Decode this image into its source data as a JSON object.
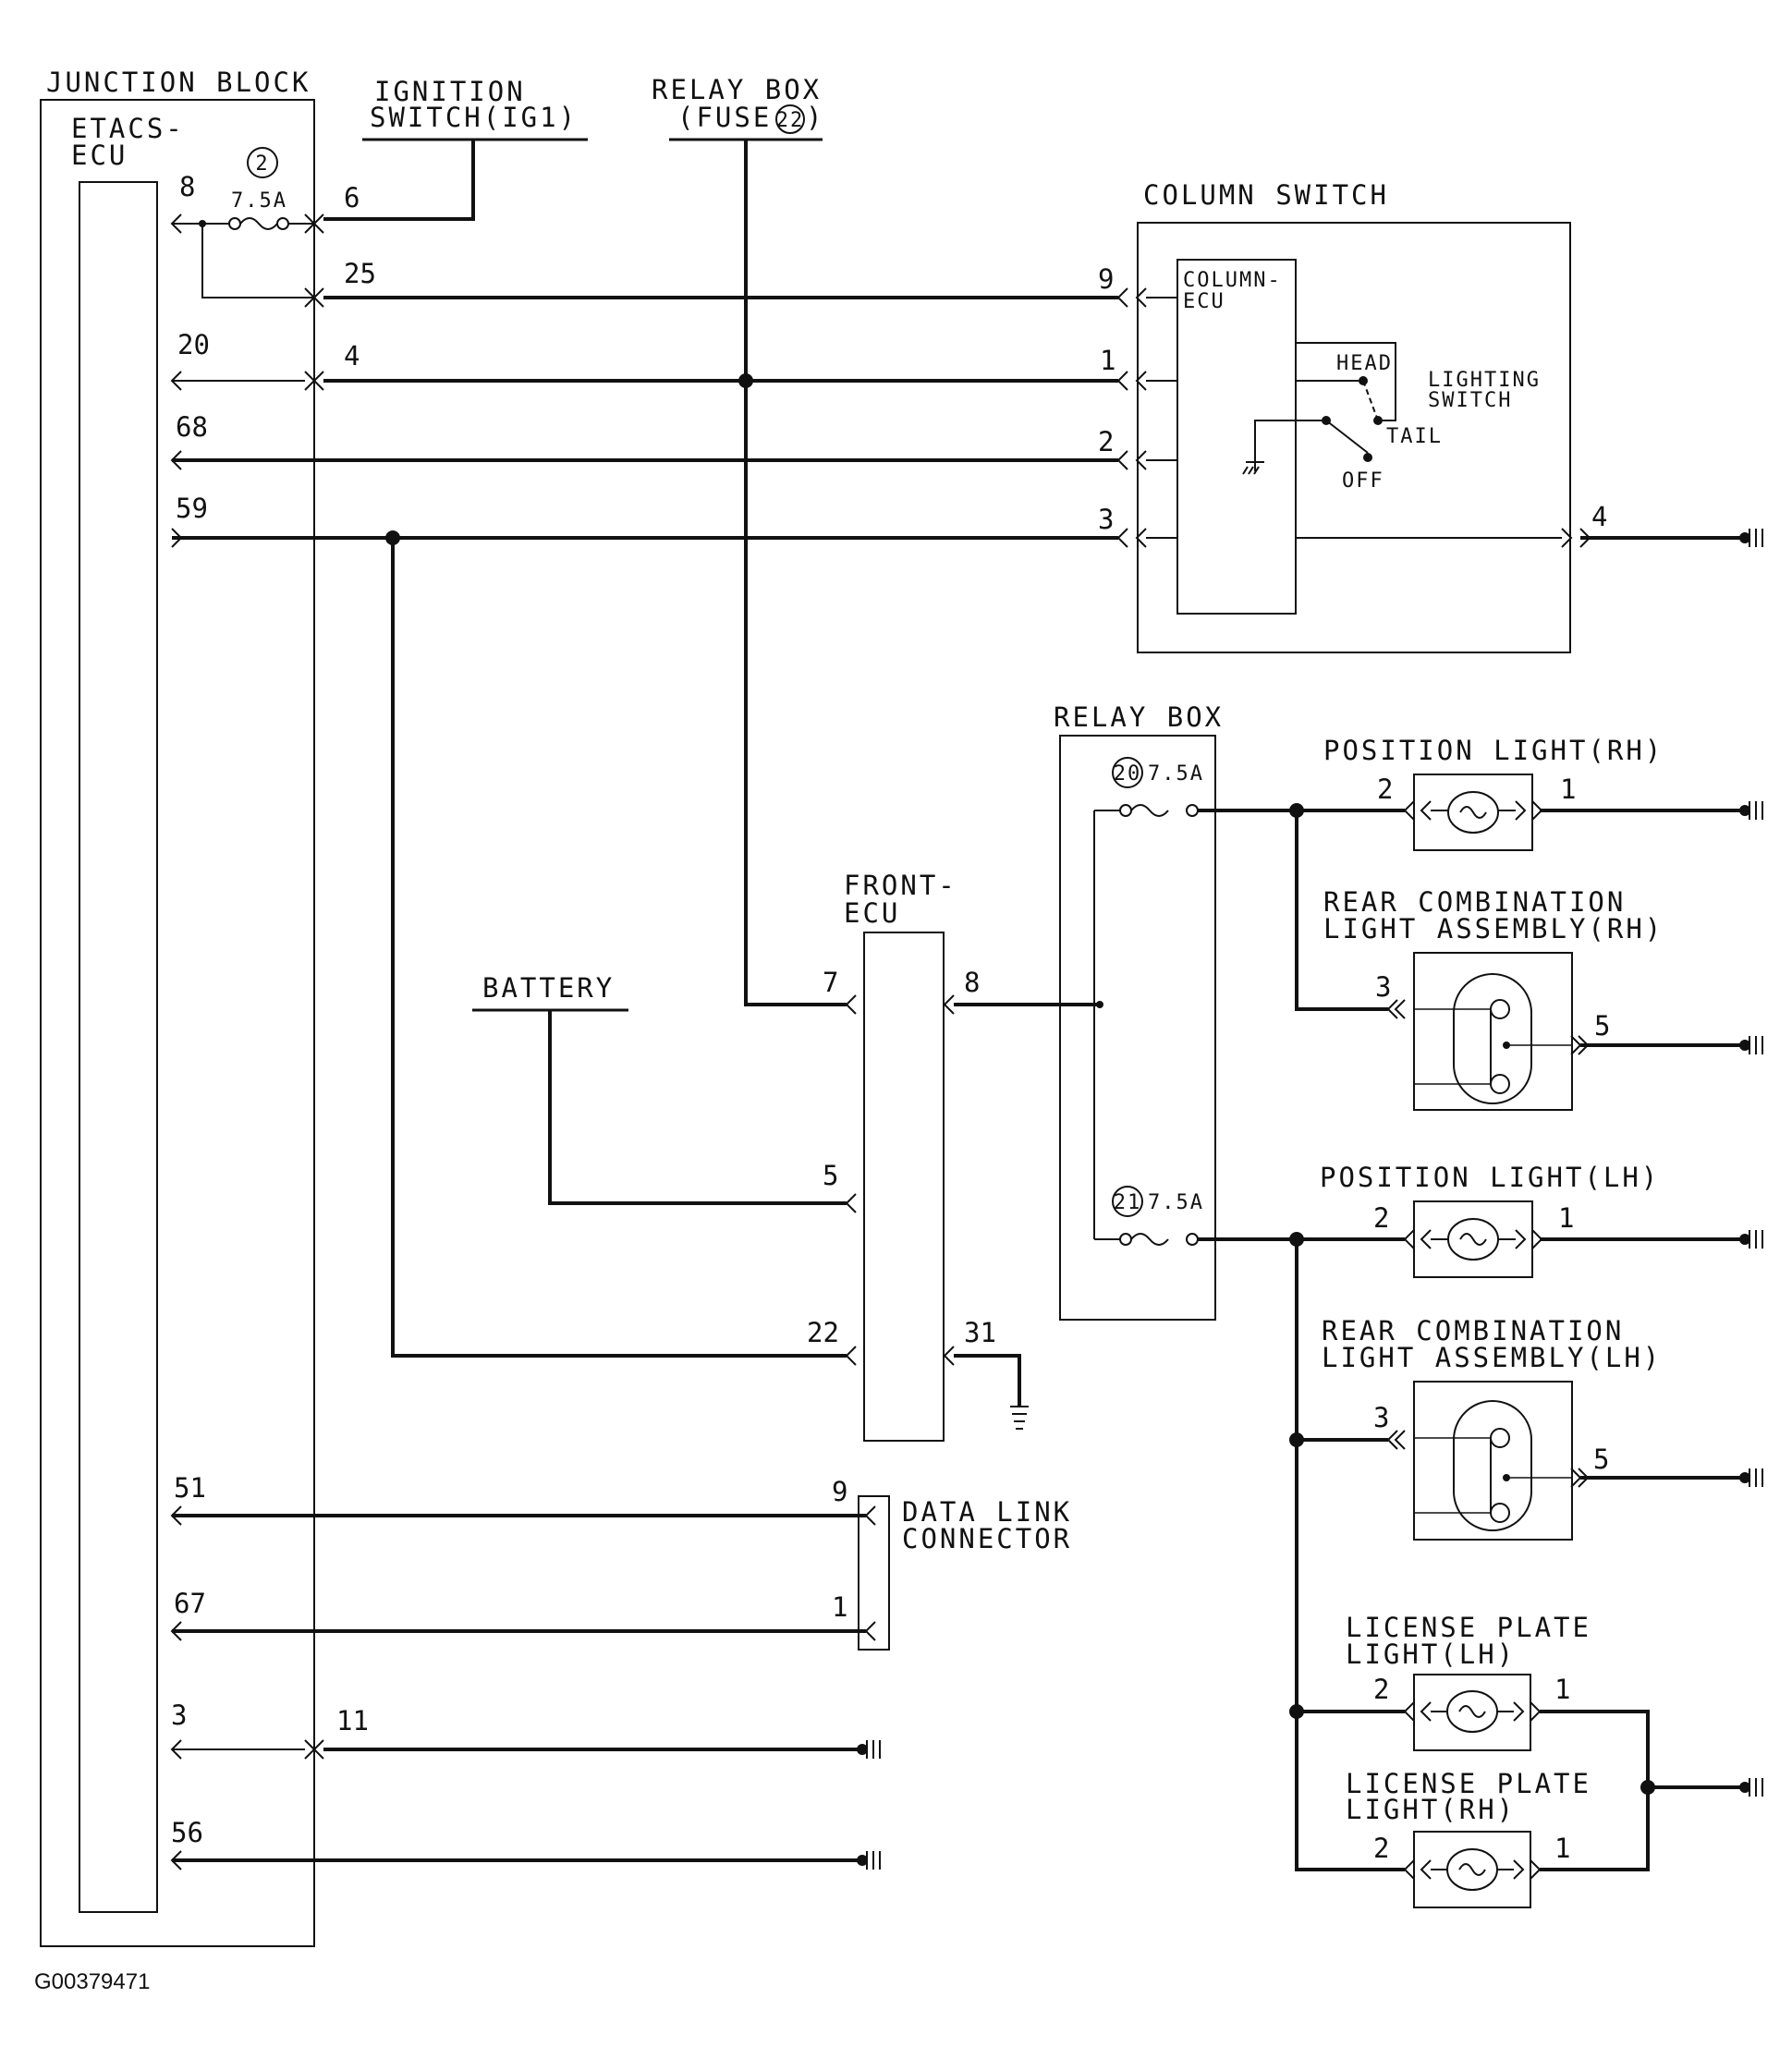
{
  "figure_id": "G00379471",
  "components": {
    "junction_block": "JUNCTION BLOCK",
    "etacs_ecu": [
      "ETACS-",
      "ECU"
    ],
    "ignition_switch": [
      "IGNITION",
      "SWITCH(IG1)"
    ],
    "relay_box_fuse": [
      "RELAY BOX",
      "(FUSE",
      "22",
      ")"
    ],
    "column_switch": "COLUMN SWITCH",
    "column_ecu": [
      "COLUMN-",
      "ECU"
    ],
    "lighting_switch": [
      "LIGHTING",
      "SWITCH"
    ],
    "switch_positions": [
      "HEAD",
      "TAIL",
      "OFF"
    ],
    "relay_box": "RELAY BOX",
    "front_ecu": [
      "FRONT-",
      "ECU"
    ],
    "battery": "BATTERY",
    "position_light_rh": "POSITION LIGHT(RH)",
    "rear_combo_rh": [
      "REAR COMBINATION",
      "LIGHT ASSEMBLY(RH)"
    ],
    "position_light_lh": "POSITION LIGHT(LH)",
    "rear_combo_lh": [
      "REAR COMBINATION",
      "LIGHT ASSEMBLY(LH)"
    ],
    "data_link_connector": [
      "DATA LINK",
      "CONNECTOR"
    ],
    "license_plate_lh": [
      "LICENSE PLATE",
      "LIGHT(LH)"
    ],
    "license_plate_rh": [
      "LICENSE PLATE",
      "LIGHT(RH)"
    ]
  },
  "fuses": {
    "jb_fuse_num": "2",
    "jb_fuse_rating": "7.5A",
    "relay_fuse_20_num": "20",
    "relay_fuse_21_num": "21",
    "relay_fuse_rating": "7.5A"
  },
  "pins": {
    "etacs": [
      "8",
      "20",
      "68",
      "59",
      "51",
      "67",
      "3",
      "56"
    ],
    "jb_out": [
      "6",
      "25",
      "4",
      "11"
    ],
    "column_switch": [
      "9",
      "1",
      "2",
      "3",
      "4"
    ],
    "front_ecu": [
      "7",
      "8",
      "5",
      "22",
      "31"
    ],
    "data_link": [
      "9",
      "1"
    ],
    "position_rh": [
      "2",
      "1"
    ],
    "rear_rh": [
      "3",
      "5"
    ],
    "position_lh": [
      "2",
      "1"
    ],
    "rear_lh": [
      "3",
      "5"
    ],
    "license_lh": [
      "2",
      "1"
    ],
    "license_rh": [
      "2",
      "1"
    ]
  }
}
